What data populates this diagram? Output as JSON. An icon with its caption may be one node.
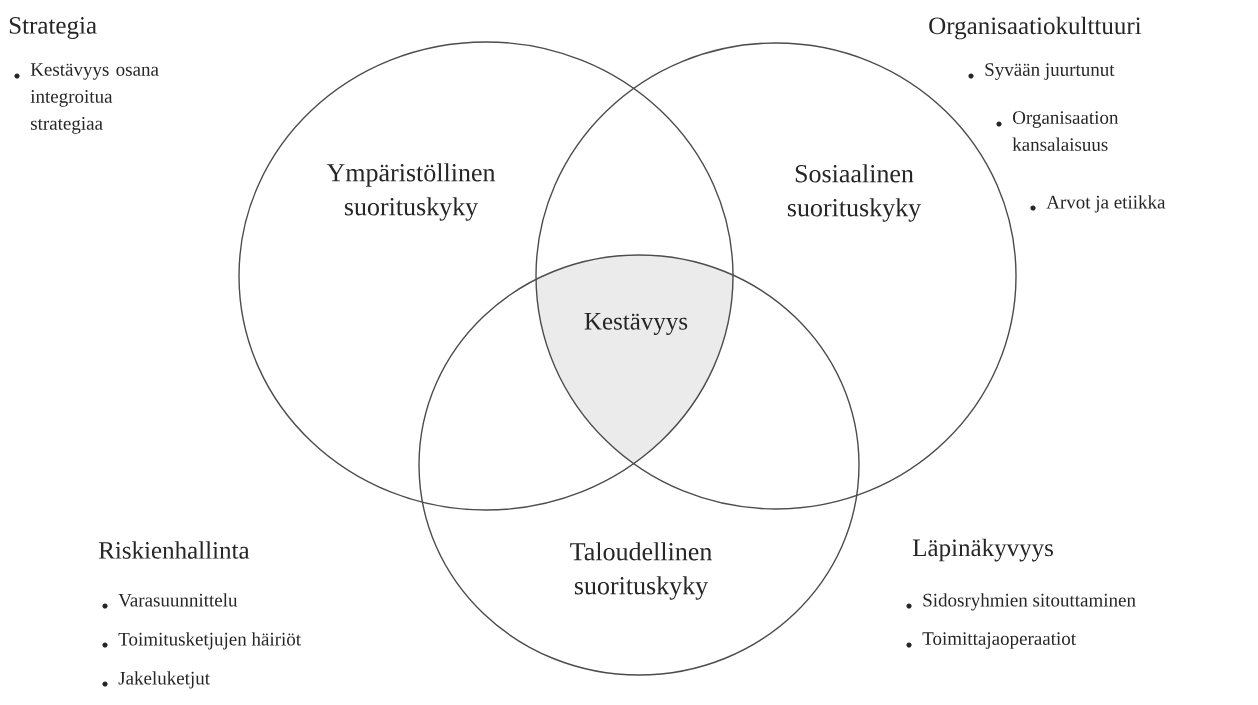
{
  "diagram": {
    "nodes": [
      {
        "text": [
          "Ympäristöllinen suorituskyky"
        ]
      },
      {
        "text": [
          "Sosiaalinen suorituskyky"
        ]
      },
      {
        "text": [
          "Taloudellinen suorituskyky"
        ]
      },
      {
        "text": [
          "Kestävyys"
        ]
      }
    ],
    "labels": [
      "Strategia",
      "Kestävyys osana integroitua strategiaa",
      "Organisaatiokulttuuri",
      "Syvään juurtunut",
      "Organisaation kansalaisuus",
      "Arvot ja etiikka",
      "Riskienhallinta",
      "Varasuunnittelu",
      "Toimitusketjujen häiriöt",
      "Jakeluketjut",
      "Läpinäkyvyys",
      "Sidosryhmien sitouttaminen",
      "Toimittajaoperaatiot"
    ]
  }
}
